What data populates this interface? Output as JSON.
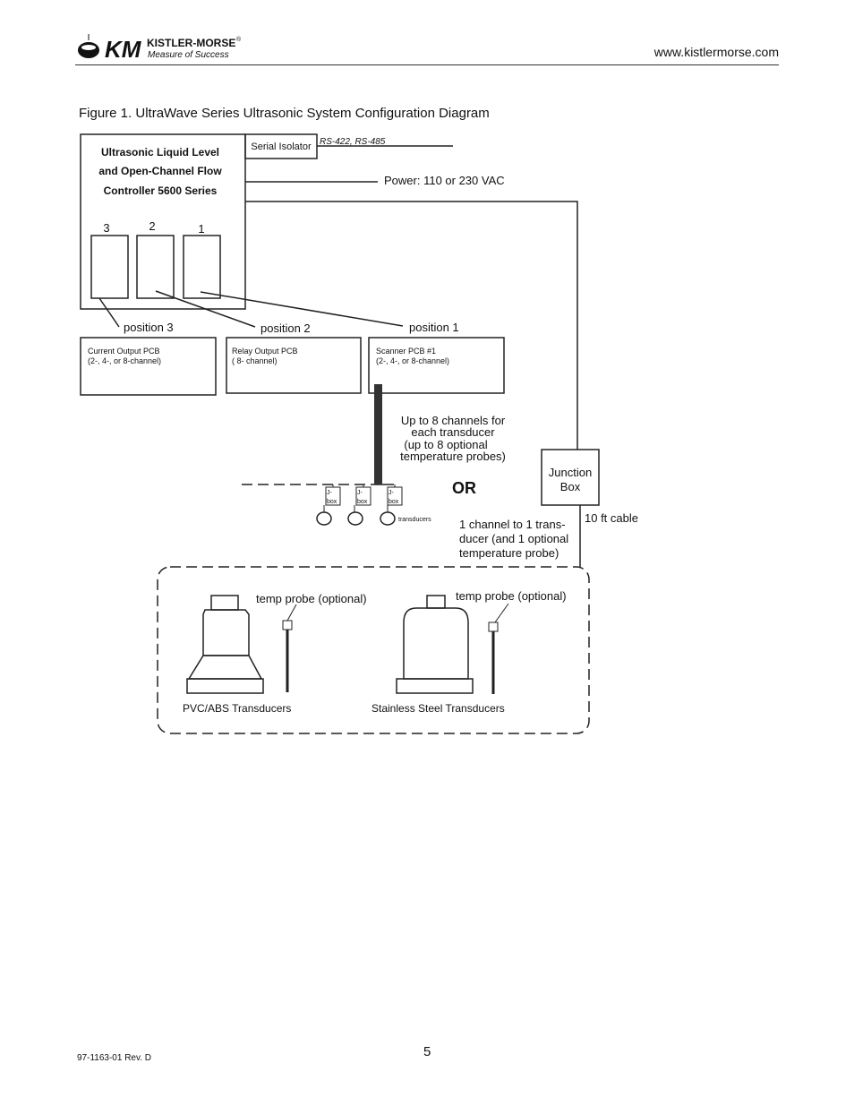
{
  "header": {
    "brand_initials": "KM",
    "brand_name": "KISTLER-MORSE",
    "brand_mark": "®",
    "tagline": "Measure of Success",
    "website": "www.kistlermorse.com"
  },
  "figure": {
    "title": "Figure 1. UltraWave Series Ultrasonic System Configuration Diagram",
    "controller_lines": [
      "Ultrasonic Liquid Level",
      "and Open-Channel Flow",
      "Controller 5600 Series"
    ],
    "slot_numbers": [
      "3",
      "2",
      "1"
    ],
    "serial_isolator": "Serial Isolator",
    "rs_label": "RS-422, RS-485",
    "power_label": "Power: 110 or 230 VAC",
    "positions": [
      "position 3",
      "position 2",
      "position 1"
    ],
    "pcbs": [
      {
        "name": "Current Output PCB",
        "detail": "(2-, 4-, or 8-channel)"
      },
      {
        "name": "Relay Output PCB",
        "detail": "( 8- channel)"
      },
      {
        "name": "Scanner PCB #1",
        "detail": "(2-, 4-, or 8-channel)"
      }
    ],
    "multi_channel_note": [
      "Up to 8 channels for",
      "each transducer",
      "(up to 8 optional",
      "temperature probes)"
    ],
    "jbox_label": [
      "J-",
      "box"
    ],
    "transducers_label": "transducers",
    "or_label": "OR",
    "junction_box": [
      "Junction",
      "Box"
    ],
    "cable_label": "10 ft cable",
    "single_channel_note": [
      "1 channel to 1 trans-",
      "ducer (and 1 optional",
      "temperature probe)"
    ],
    "temp_probe_label": "temp probe (optional)",
    "pvc_label": "PVC/ABS Transducers",
    "steel_label": "Stainless Steel Transducers"
  },
  "footer": {
    "doc_number": "97-1163-01 Rev. D",
    "page_number": "5"
  }
}
